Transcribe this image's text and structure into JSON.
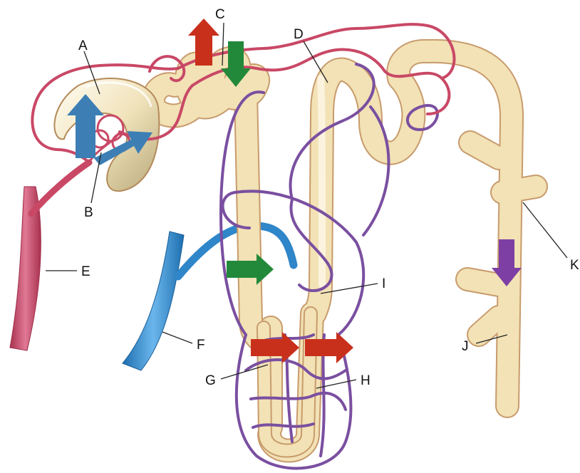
{
  "labels": {
    "A": "A",
    "B": "B",
    "C": "C",
    "D": "D",
    "E": "E",
    "F": "F",
    "G": "G",
    "H": "H",
    "I": "I",
    "J": "J",
    "K": "K"
  },
  "colors": {
    "tubule_fill": "#F2E2B6",
    "tubule_outline": "#C89B6C",
    "artery": "#C94866",
    "vein": "#2F86C9",
    "capillary": "#7A4FA0",
    "arrow_red": "#C9301C",
    "arrow_green": "#23893A",
    "arrow_blue": "#3D7FB4",
    "arrow_purple": "#7E3FA4"
  }
}
